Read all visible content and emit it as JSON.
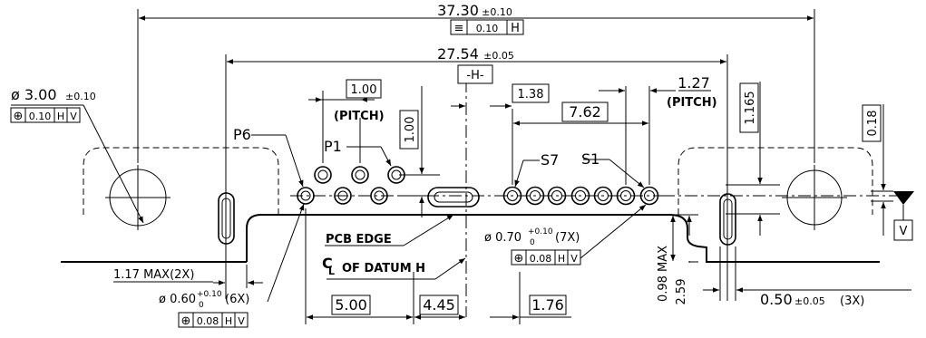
{
  "dimensions": {
    "overall": "37.30",
    "overall_tol": "±0.10",
    "overall_fcf_symbol": "≡",
    "overall_fcf_value": "0.10",
    "overall_fcf_datum": "H",
    "inner": "27.54",
    "inner_tol": "±0.05",
    "datum_h": "-H-",
    "mount_hole": "ø 3.00",
    "mount_hole_tol": "±0.10",
    "mount_fcf_value": "0.10",
    "mount_fcf_datum1": "H",
    "mount_fcf_datum2": "V",
    "pitch_power": "1.00",
    "pitch_label": "(PITCH)",
    "row_offset": "1.00",
    "center_offset": "1.38",
    "signal_span": "7.62",
    "pitch_signal": "1.27",
    "slot_height": "1.165",
    "pcb_offset": "0.18",
    "datum_v": "V",
    "label_p6": "P6",
    "label_p1": "P1",
    "label_s7": "S7",
    "label_s1": "S1",
    "pcb_edge": "PCB EDGE",
    "cl_symbol": "C",
    "cl_symbol_sub": "L",
    "cl_datum": "OF DATUM H",
    "signal_hole": "ø 0.70",
    "signal_hole_tol_plus": "+0.10",
    "signal_hole_tol_minus": "0",
    "signal_hole_count": "(7X)",
    "signal_fcf_value": "0.08",
    "signal_fcf_datum1": "H",
    "signal_fcf_datum2": "V",
    "max_117": "1.17 MAX(2X)",
    "power_hole": "ø 0.60",
    "power_hole_tol_plus": "+0.10",
    "power_hole_tol_minus": "0",
    "power_hole_count": "(6X)",
    "power_fcf_value": "0.08",
    "power_fcf_datum1": "H",
    "power_fcf_datum2": "V",
    "dim_500": "5.00",
    "dim_445": "4.45",
    "dim_176": "1.76",
    "max_098": "0.98 MAX",
    "dim_259": "2.59",
    "slot_width": "0.50",
    "slot_width_tol": "±0.05",
    "slot_width_count": "(3X)",
    "position_symbol": "⊕"
  }
}
